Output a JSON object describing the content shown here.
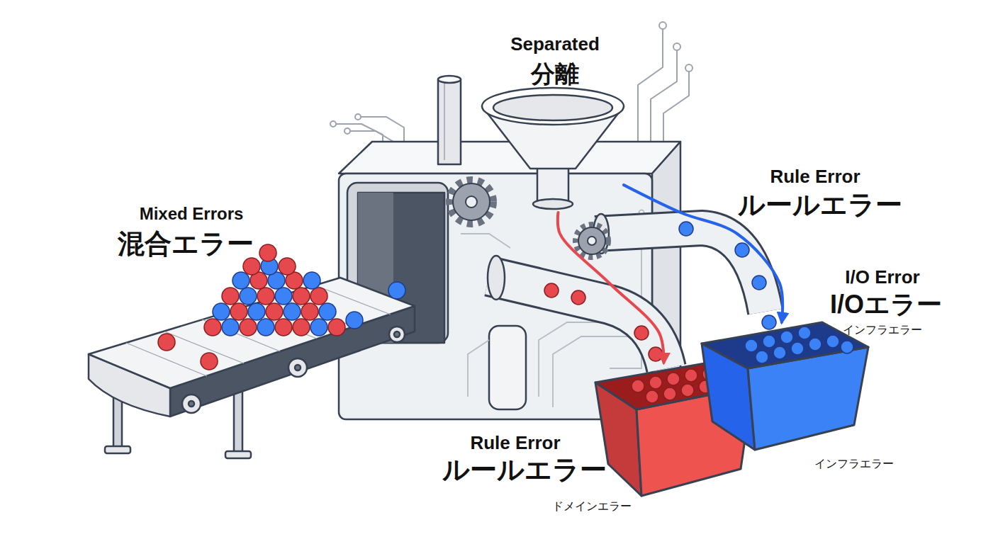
{
  "diagram": {
    "nodes": [
      {
        "text": [
          "Mixed Errors",
          "混合エラー"
        ]
      },
      {
        "text": [
          "Separated",
          "分離"
        ]
      },
      {
        "text": [
          "Rule Error",
          "ルールエラー",
          "ドメインエラー"
        ]
      },
      {
        "text": [
          "I/O Error",
          "I/Oエラー",
          "インフラエラー",
          "インフラエラー"
        ]
      }
    ],
    "edges": [
      {
        "from": 1,
        "to": 2,
        "arrow": "to"
      },
      {
        "from": 1,
        "to": 3,
        "arrow": "to"
      }
    ],
    "labels": [
      "Rule Error",
      "ルールエラー"
    ]
  }
}
